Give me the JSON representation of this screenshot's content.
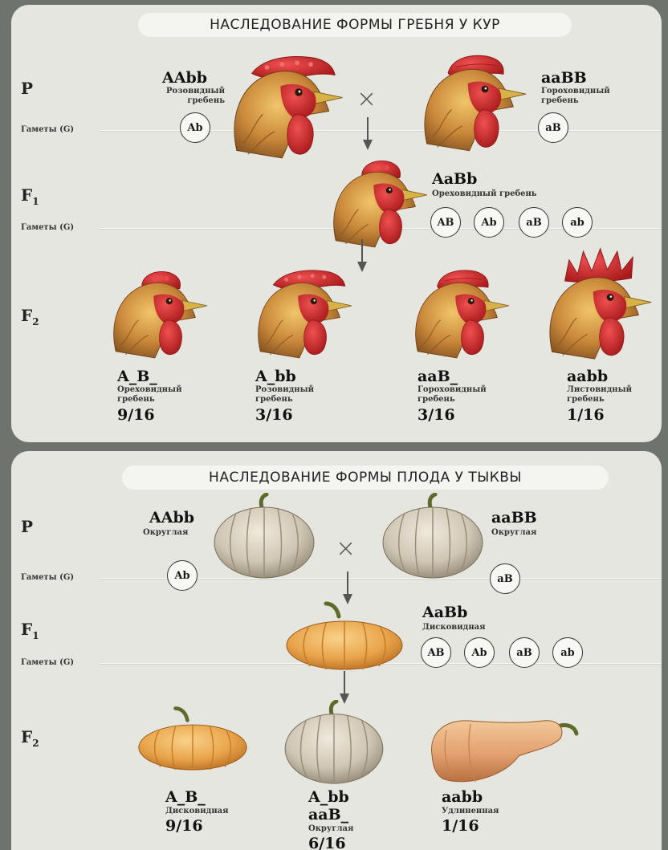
{
  "chicken": {
    "title": "НАСЛЕДОВАНИЕ ФОРМЫ ГРЕБНЯ У КУР",
    "gen_p": "P",
    "gen_f1": "F",
    "gen_f1_sub": "1",
    "gen_f2": "F",
    "gen_f2_sub": "2",
    "gametes_label": "Гаметы (G)",
    "p_left": {
      "genotype": "AAbb",
      "desc1": "Розовидный",
      "desc2": "гребень",
      "gamete": "Ab"
    },
    "p_right": {
      "genotype": "aaBB",
      "desc1": "Гороховидный",
      "desc2": "гребень",
      "gamete": "aB"
    },
    "cross": "×",
    "f1": {
      "genotype": "AaBb",
      "desc": "Ореховидный гребень",
      "gametes": [
        "AB",
        "Ab",
        "aB",
        "ab"
      ]
    },
    "f2": [
      {
        "genotype": "A_B_",
        "desc1": "Ореховидный",
        "desc2": "гребень",
        "ratio": "9/16"
      },
      {
        "genotype": "A_bb",
        "desc1": "Розовидный",
        "desc2": "гребень",
        "ratio": "3/16"
      },
      {
        "genotype": "aaB_",
        "desc1": "Гороховидный",
        "desc2": "гребень",
        "ratio": "3/16"
      },
      {
        "genotype": "aabb",
        "desc1": "Листовидный",
        "desc2": "гребень",
        "ratio": "1/16"
      }
    ]
  },
  "pumpkin": {
    "title": "НАСЛЕДОВАНИЕ ФОРМЫ ПЛОДА У ТЫКВЫ",
    "gen_p": "P",
    "gen_f1": "F",
    "gen_f1_sub": "1",
    "gen_f2": "F",
    "gen_f2_sub": "2",
    "gametes_label": "Гаметы (G)",
    "p_left": {
      "genotype": "AAbb",
      "desc": "Округлая",
      "gamete": "Ab"
    },
    "p_right": {
      "genotype": "aaBB",
      "desc": "Округлая",
      "gamete": "aB"
    },
    "cross": "×",
    "f1": {
      "genotype": "AaBb",
      "desc": "Дисковидная",
      "gametes": [
        "AB",
        "Ab",
        "aB",
        "ab"
      ]
    },
    "f2": [
      {
        "genotype": "A_B_",
        "desc": "Дисковидная",
        "ratio": "9/16"
      },
      {
        "genotype": "A_bb",
        "genotype2": "aaB_",
        "desc": "Округлая",
        "ratio": "6/16"
      },
      {
        "genotype": "aabb",
        "desc": "Удлиненная",
        "ratio": "1/16"
      }
    ]
  },
  "colors": {
    "panel": "#e4e6df",
    "background": "#6f736e",
    "comb": "#d42a2c",
    "feather": "#c98a3a",
    "pumpkin_orange": "#e9a44a",
    "pumpkin_grey": "#cfc6b4"
  }
}
